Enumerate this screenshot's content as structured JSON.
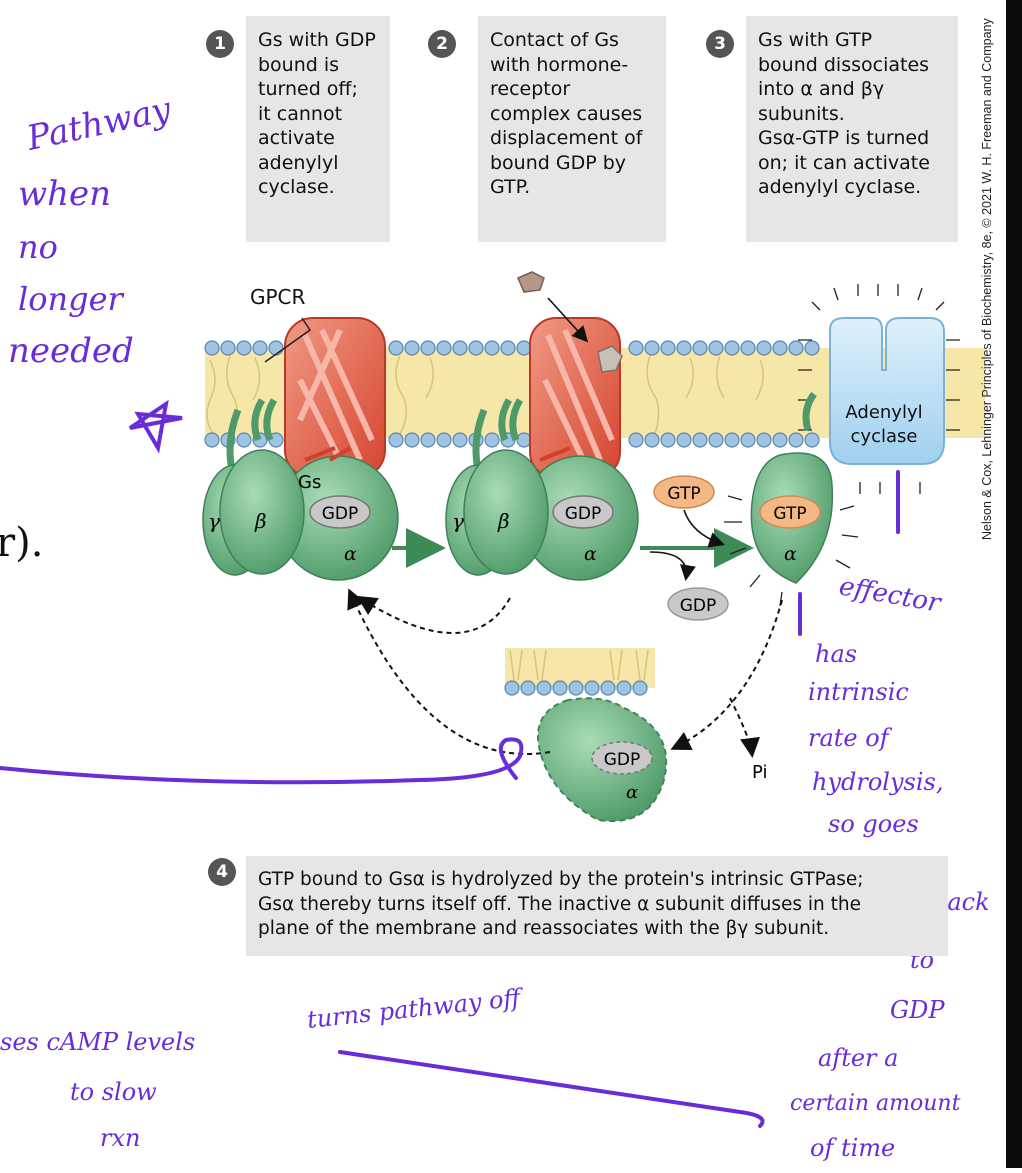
{
  "steps": [
    {
      "num": "1",
      "text": "Gs with GDP\nbound is\nturned off;\nit cannot\nactivate\nadenylyl\ncyclase."
    },
    {
      "num": "2",
      "text": "Contact of Gs\nwith hormone-\nreceptor\ncomplex causes\ndisplacement of\nbound GDP by\nGTP."
    },
    {
      "num": "3",
      "text": "Gs with GTP\nbound dissociates\ninto α and βγ\nsubunits.\nGsα-GTP is turned\non; it can activate\nadenylyl cyclase."
    },
    {
      "num": "4",
      "text": "GTP bound to Gsα is hydrolyzed by the protein's intrinsic GTPase;\nGsα thereby turns itself off. The inactive α subunit diffuses in the\nplane of the membrane and reassociates with the βγ subunit."
    }
  ],
  "labels": {
    "gpcr": "GPCR",
    "gs": "Gs",
    "gamma": "γ",
    "beta": "β",
    "alpha": "α",
    "gdp": "GDP",
    "gtp": "GTP",
    "pi": "Pi",
    "adenylyl_line1": "Adenylyl",
    "adenylyl_line2": "cyclase"
  },
  "credit": "Nelson & Cox, Lehninger Principles of Biochemistry, 8e, © 2021 W. H. Freeman and Company",
  "cut_text": "r).",
  "handwriting": {
    "left_note": [
      "Pathway",
      "when",
      "no",
      "longer",
      "needed"
    ],
    "effector": "effector",
    "right_note": [
      "has",
      "intrinsic",
      "rate of",
      "hydrolysis,",
      "so goes",
      "back",
      "to",
      "GDP",
      "after a",
      "certain amount",
      "of time"
    ],
    "bottom_mid": "turns pathway off",
    "bottom_left": [
      "ses cAMP levels",
      "to slow",
      "rxn"
    ]
  },
  "colors": {
    "ink": "#6a2bd8",
    "membrane": "#f6e6a8",
    "headgroup": "#9fc3e3",
    "gprotein": "#6fb98a",
    "receptor": "#e4644f",
    "cyclase": "#bfe1f6",
    "gtp": "#f3b883",
    "gdp": "#c8c8c8"
  }
}
